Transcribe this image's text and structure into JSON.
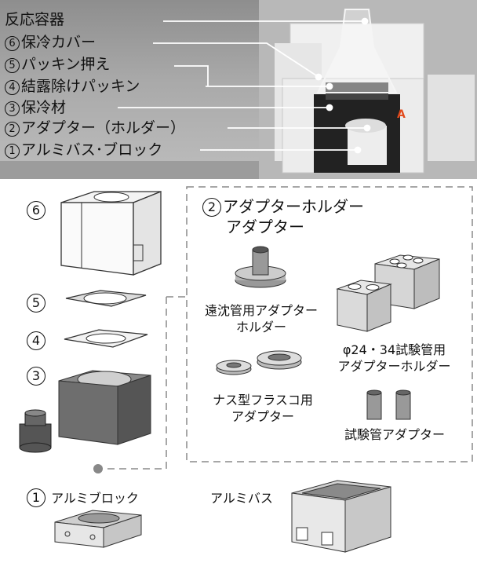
{
  "photo_callouts": {
    "reaction_vessel": "反応容器",
    "cold_cover": "保冷カバー",
    "packing_press": "パッキン押え",
    "anti_dew_packing": "結露除けパッキン",
    "insulator": "保冷材",
    "adapter_holder": "アダプター（ホルダー）",
    "aluminum_block": "アルミバス･ブロック"
  },
  "numbers": {
    "n1": "1",
    "n2": "2",
    "n3": "3",
    "n4": "4",
    "n5": "5",
    "n6": "6"
  },
  "dashed_box": {
    "title_line1": "アダプターホルダー",
    "title_line2": "アダプター",
    "centrifuge_holder": [
      "遠沈管用アダプター",
      "ホルダー"
    ],
    "tube_holder": [
      "φ24・34試験管用",
      "アダプターホルダー"
    ],
    "flask_adapter": [
      "ナス型フラスコ用",
      "アダプター"
    ],
    "tube_adapter": "試験管アダプター"
  },
  "bottom": {
    "al_block": "アルミブロック",
    "al_bath": "アルミバス"
  },
  "colors": {
    "photo_bg": "#a4a4a4",
    "dark_block": "#666666",
    "line": "#111111",
    "dash": "#8a8a8a"
  }
}
